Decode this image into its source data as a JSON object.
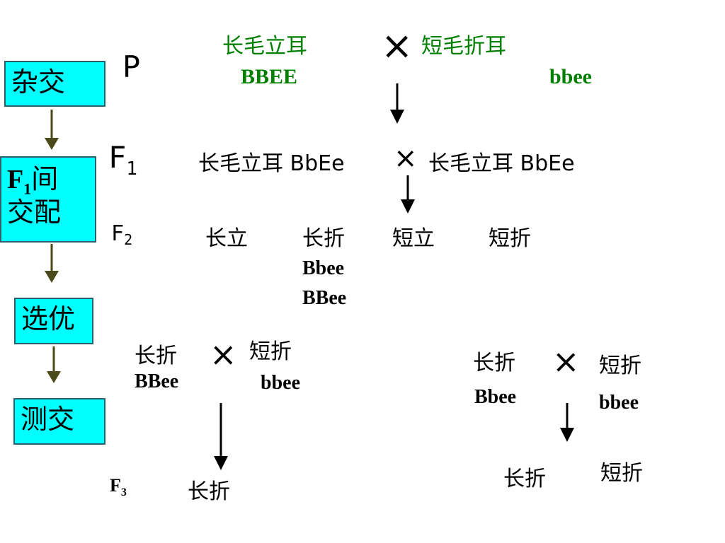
{
  "steps": {
    "hybridize": "杂交",
    "f1_mating_sub": "1",
    "f1_mating_rest": "间",
    "f1_mating_line2": "交配",
    "f1_mating_F": "F",
    "select": "选优",
    "testcross": "测交"
  },
  "generations": {
    "p": "P",
    "f1_letter": "F",
    "f1_sub": "1",
    "f2_letter": "F",
    "f2_sub": "2",
    "f3_letter": "F",
    "f3_sub": "3"
  },
  "cross_symbol": "×",
  "p_row": {
    "left_phenotype": "长毛立耳",
    "left_genotype": "BBEE",
    "right_phenotype": "短毛折耳",
    "right_genotype": "bbee"
  },
  "f1_row": {
    "left": "长毛立耳 BbEe",
    "right": "长毛立耳 BbEe"
  },
  "f2_row": {
    "phenotypes": [
      "长立",
      "长折",
      "短立",
      "短折"
    ],
    "genotype1": "Bbee",
    "genotype2": "BBee"
  },
  "testcross_left": {
    "p1_phenotype": "长折",
    "p1_genotype": "BBee",
    "p2_phenotype": "短折",
    "p2_genotype": "bbee",
    "offspring": "长折"
  },
  "testcross_right": {
    "p1_phenotype": "长折",
    "p1_genotype": "Bbee",
    "p2_phenotype": "短折",
    "p2_genotype": "bbee",
    "offspring1": "长折",
    "offspring2": "短折"
  },
  "colors": {
    "box_fill": "#00ffff",
    "box_border": "#2b5f6a",
    "step_arrow": "#4a4a1a",
    "parent_text": "#008000"
  }
}
